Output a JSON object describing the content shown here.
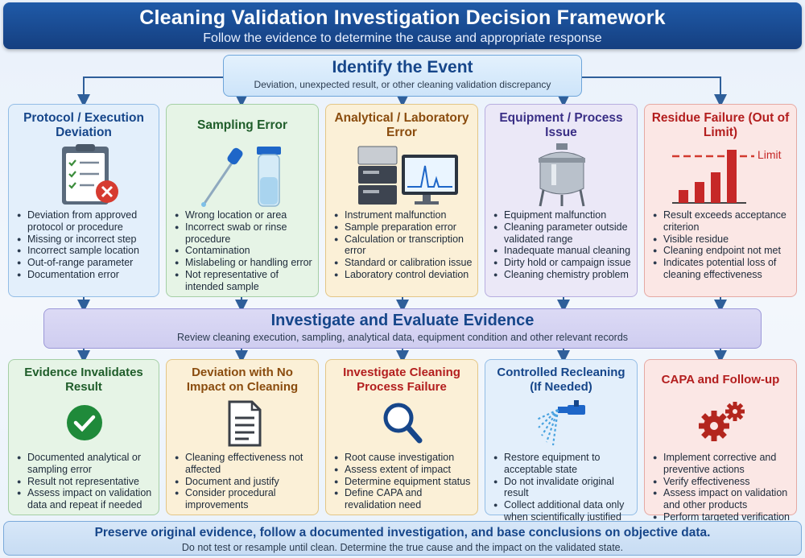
{
  "header": {
    "title": "Cleaning Validation Investigation Decision Framework",
    "subtitle": "Follow the evidence to determine the cause and appropriate response"
  },
  "event": {
    "title": "Identify the Event",
    "subtitle": "Deviation, unexpected result, or other cleaning validation discrepancy"
  },
  "causes": [
    {
      "title": "Protocol / Execution Deviation",
      "icon": "clipboard-error-icon",
      "items": [
        "Deviation from approved protocol or procedure",
        "Missing or incorrect step",
        "Incorrect sample location",
        "Out-of-range parameter",
        "Documentation error"
      ]
    },
    {
      "title": "Sampling Error",
      "icon": "swab-vial-icon",
      "items": [
        "Wrong location or area",
        "Incorrect swab or rinse procedure",
        "Contamination",
        "Mislabeling or handling error",
        "Not representative of intended sample"
      ]
    },
    {
      "title": "Analytical / Laboratory Error",
      "icon": "lab-instrument-icon",
      "items": [
        "Instrument malfunction",
        "Sample preparation error",
        "Calculation or transcription error",
        "Standard or calibration issue",
        "Laboratory control deviation"
      ]
    },
    {
      "title": "Equipment / Process Issue",
      "icon": "vessel-tank-icon",
      "items": [
        "Equipment malfunction",
        "Cleaning parameter outside validated range",
        "Inadequate manual cleaning",
        "Dirty hold or campaign issue",
        "Cleaning chemistry problem"
      ]
    },
    {
      "title": "Residue Failure (Out of Limit)",
      "icon": "bar-chart-limit-icon",
      "limit_label": "Limit",
      "items": [
        "Result exceeds acceptance criterion",
        "Visible residue",
        "Cleaning endpoint not met",
        "Indicates potential loss of cleaning effectiveness"
      ]
    }
  ],
  "investigate": {
    "title": "Investigate and Evaluate Evidence",
    "subtitle": "Review cleaning execution, sampling, analytical data, equipment condition and other relevant records"
  },
  "outcomes": [
    {
      "title": "Evidence Invalidates Result",
      "icon": "check-circle-icon",
      "items": [
        "Documented analytical or sampling error",
        "Result not representative",
        "Assess impact on validation data and repeat if needed"
      ]
    },
    {
      "title": "Deviation with No Impact on Cleaning",
      "icon": "document-icon",
      "items": [
        "Cleaning effectiveness not affected",
        "Document and justify",
        "Consider procedural improvements"
      ]
    },
    {
      "title": "Investigate Cleaning Process Failure",
      "icon": "magnifier-icon",
      "items": [
        "Root cause investigation",
        "Assess extent of impact",
        "Determine equipment status",
        "Define CAPA and revalidation need"
      ]
    },
    {
      "title": "Controlled Recleaning (If Needed)",
      "icon": "spray-nozzle-icon",
      "items": [
        "Restore equipment to acceptable state",
        "Do not invalidate original result",
        "Collect additional data only when scientifically justified"
      ]
    },
    {
      "title": "CAPA and Follow-up",
      "icon": "gears-icon",
      "items": [
        "Implement corrective and preventive actions",
        "Verify effectiveness",
        "Assess impact on validation and other products",
        "Perform targeted verification or full revalidation as needed"
      ]
    }
  ],
  "footer": {
    "title": "Preserve original evidence, follow a documented investigation, and base conclusions on objective data.",
    "subtitle": "Do not test or resample until clean. Determine the true cause and the impact on the validated state."
  },
  "colors": {
    "navy": "#16468a",
    "arrow": "#2f5f9a",
    "red": "#c62828",
    "green": "#1f8a3a"
  }
}
